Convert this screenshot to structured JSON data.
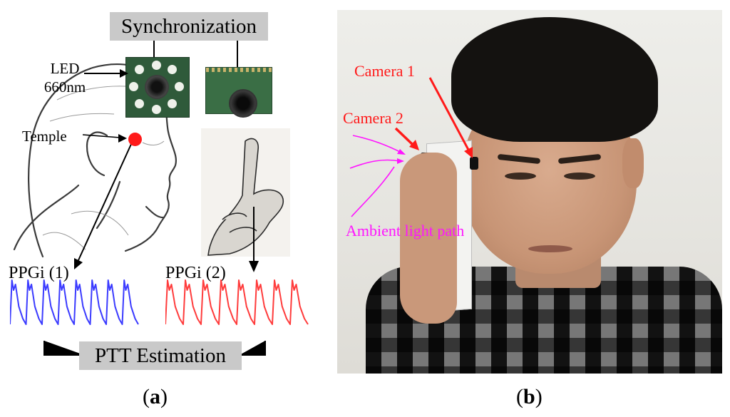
{
  "panel_a": {
    "sync_label": "Synchronization",
    "led_label_line1": "LED",
    "led_label_line2": "660nm",
    "temple_label": "Temple",
    "ppg1_label": "PPGi (1)",
    "ppg2_label": "PPGi (2)",
    "ptt_label": "PTT Estimation",
    "ppg1_color": "#3b3bff",
    "ppg2_color": "#ff3b3b",
    "sensor_dot_color": "#ff1a1a"
  },
  "panel_b": {
    "camera1_label": "Camera 1",
    "camera2_label": "Camera 2",
    "ambient_label": "Ambient light path",
    "camera_label_color": "#ff1a1a",
    "ambient_color": "#ff14ff"
  },
  "captions": {
    "a_open": "(",
    "a_letter": "a",
    "a_close": ")",
    "b_open": "(",
    "b_letter": "b",
    "b_close": ")"
  }
}
